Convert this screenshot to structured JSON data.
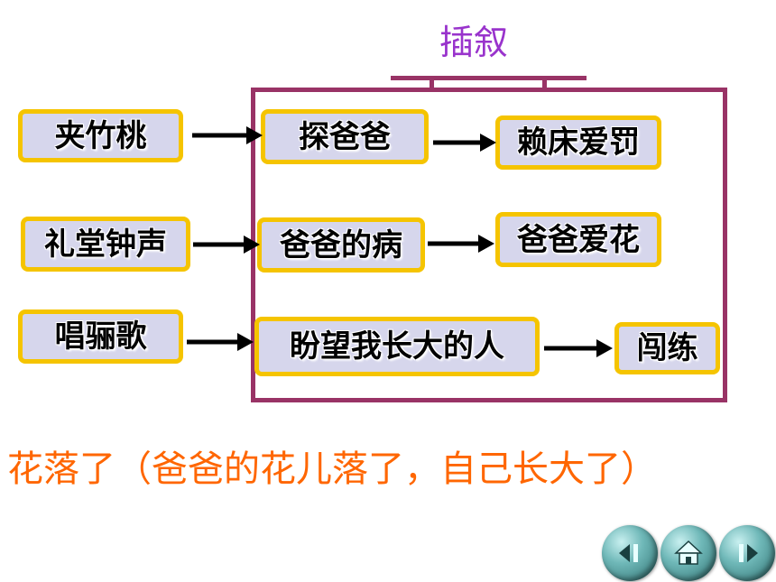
{
  "title": "插叙",
  "left_nodes": [
    "夹竹桃",
    "礼堂钟声",
    "唱骊歌"
  ],
  "mid_nodes": [
    "探爸爸",
    "爸爸的病",
    "盼望我长大的人"
  ],
  "right_nodes": [
    "赖床爱罚",
    "爸爸爱花",
    "闯练"
  ],
  "bottom_text": "花落了（爸爸的花儿落了，自己长大了）",
  "colors": {
    "box_border": "#f5c400",
    "box_fill": "#d6d6ec",
    "frame": "#993366",
    "title": "#9933cc",
    "bottom_text": "#ff6600"
  },
  "nav": [
    "prev-icon",
    "home-icon",
    "next-icon"
  ]
}
